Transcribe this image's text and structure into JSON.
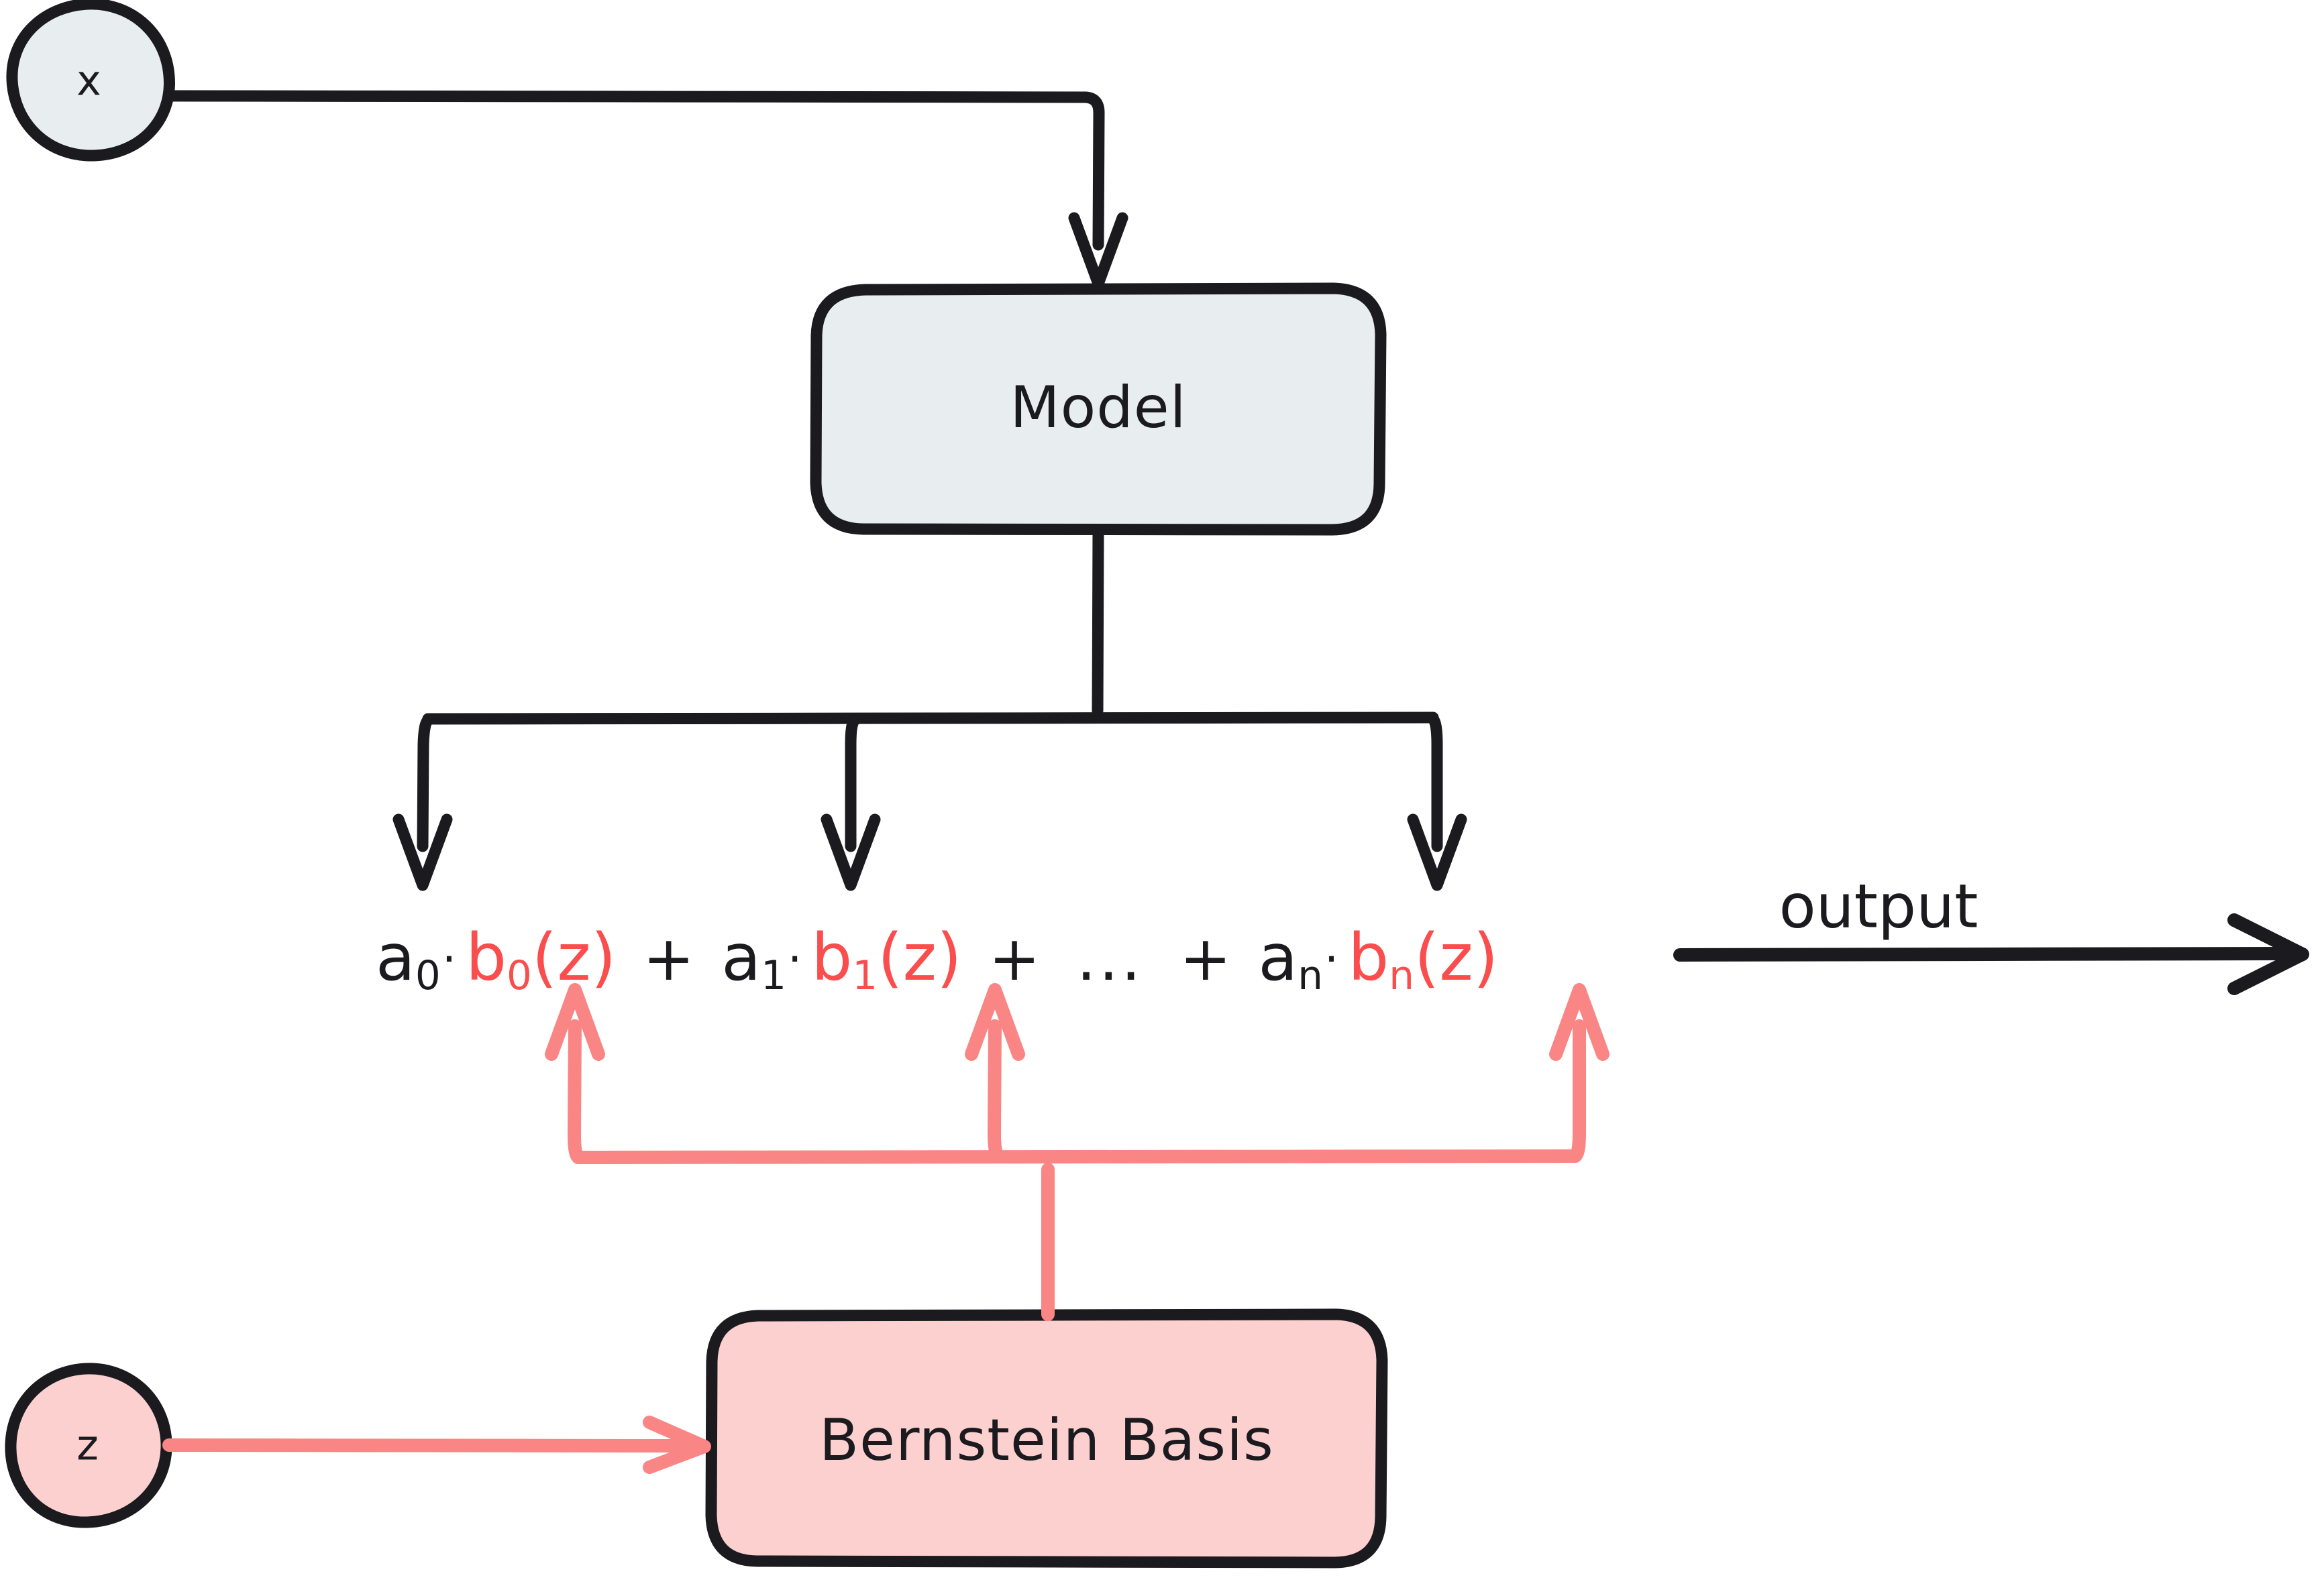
{
  "diagram": {
    "title": "Bernstein basis model diagram",
    "colors": {
      "stroke": "#1b1b1f",
      "node_blue_fill": "#e8edf0",
      "node_pink_fill": "#fdd0d0",
      "basis_red_text": "#fa4d4d",
      "arrow_salmon": "#fa8585",
      "background": "#ffffff"
    },
    "nodes": [
      {
        "id": "x-input",
        "label": "x",
        "shape": "circle",
        "fill": "#e8edf0"
      },
      {
        "id": "model",
        "label": "Model",
        "shape": "rounded-rect",
        "fill": "#e8edf0"
      },
      {
        "id": "bernstein-basis",
        "label": "Bernstein Basis",
        "shape": "rounded-rect",
        "fill": "#fdd0d0"
      },
      {
        "id": "z-input",
        "label": "z",
        "shape": "circle",
        "fill": "#fdd0d0"
      }
    ],
    "formula": {
      "terms": [
        {
          "coef": "a",
          "coef_sub": "0",
          "dot": "·",
          "basis": "b",
          "basis_sub": "0",
          "basis_arg": "(z)"
        },
        {
          "coef": "a",
          "coef_sub": "1",
          "dot": "·",
          "basis": "b",
          "basis_sub": "1",
          "basis_arg": "(z)"
        },
        {
          "coef": "a",
          "coef_sub": "n",
          "dot": "·",
          "basis": "b",
          "basis_sub": "n",
          "basis_arg": "(z)"
        }
      ],
      "plus": "+",
      "ellipsis": "..."
    },
    "output": {
      "label": "output"
    }
  }
}
